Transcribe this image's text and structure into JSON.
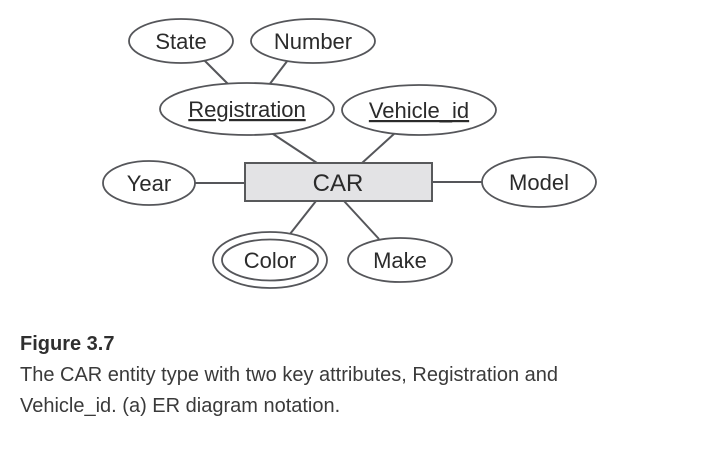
{
  "diagram": {
    "entity": {
      "label": "CAR"
    },
    "attributes": {
      "state": {
        "label": "State",
        "key": false,
        "multivalued": false
      },
      "number": {
        "label": "Number",
        "key": false,
        "multivalued": false
      },
      "registration": {
        "label": "Registration",
        "key": true,
        "multivalued": false
      },
      "vehicle_id": {
        "label": "Vehicle_id",
        "key": true,
        "multivalued": false
      },
      "year": {
        "label": "Year",
        "key": false,
        "multivalued": false
      },
      "model": {
        "label": "Model",
        "key": false,
        "multivalued": false
      },
      "color": {
        "label": "Color",
        "key": false,
        "multivalued": true
      },
      "make": {
        "label": "Make",
        "key": false,
        "multivalued": false
      }
    },
    "colors": {
      "line_stroke": "#55565a",
      "entity_fill": "#e3e3e5",
      "entity_stroke": "#58595b",
      "label_text": "#2b2b2b"
    }
  },
  "caption": {
    "title": "Figure 3.7",
    "line1": "The CAR entity type with two key attributes, Registration and",
    "line2": "Vehicle_id. (a) ER diagram notation."
  }
}
